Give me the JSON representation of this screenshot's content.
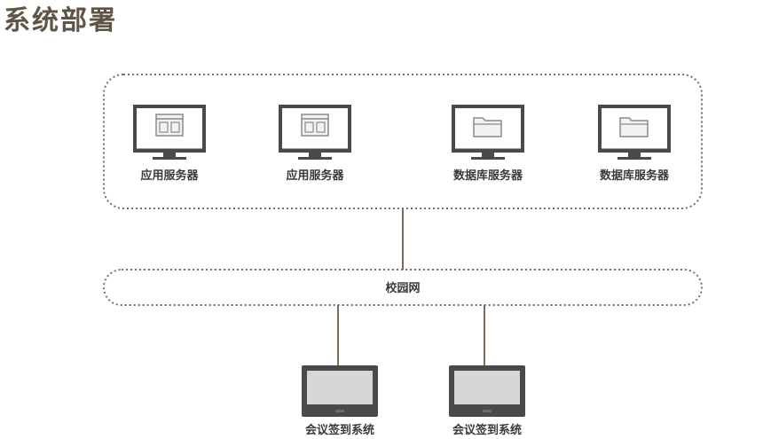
{
  "title": "系统部署",
  "server_cluster": {
    "servers": [
      {
        "label": "应用服务器",
        "icon": "app-window-icon"
      },
      {
        "label": "应用服务器",
        "icon": "app-window-icon"
      },
      {
        "label": "数据库服务器",
        "icon": "folder-icon"
      },
      {
        "label": "数据库服务器",
        "icon": "folder-icon"
      }
    ]
  },
  "network": {
    "label": "校园网"
  },
  "terminals": [
    {
      "label": "会议签到系统",
      "icon": "monitor-icon"
    },
    {
      "label": "会议签到系统",
      "icon": "monitor-icon"
    }
  ],
  "colors": {
    "title": "#5e5547",
    "dotted_border": "#7a6f5f",
    "connector": "#7d6b5a",
    "monitor": "#4a4a4a",
    "screen": "#d6d6d6"
  }
}
